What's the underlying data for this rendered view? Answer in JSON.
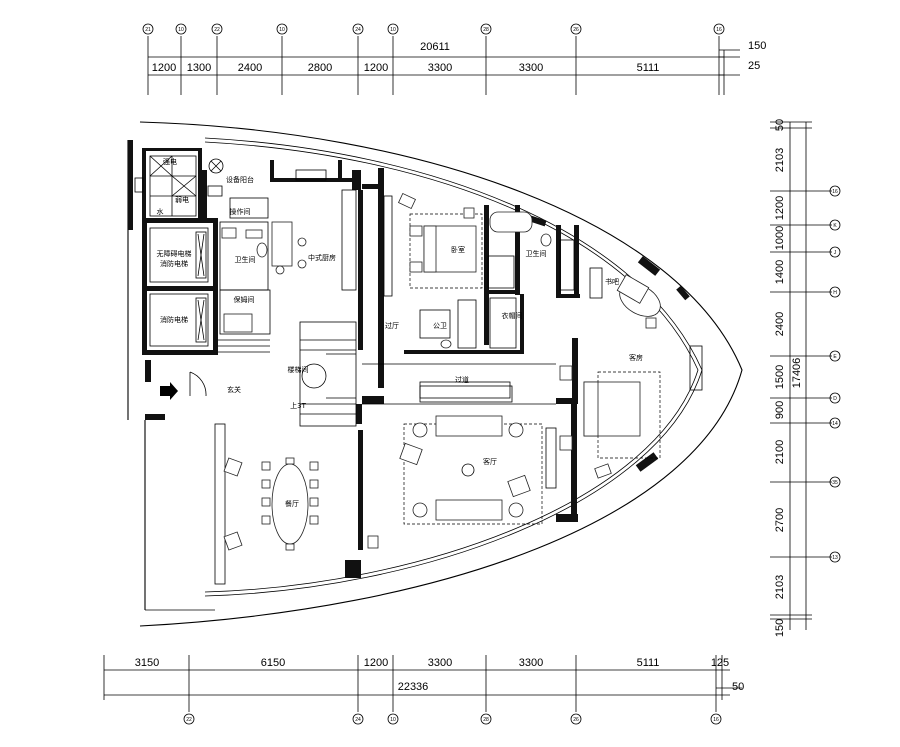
{
  "dimensions": {
    "top_total": "20611",
    "top_offset_a": "150",
    "top_offset_b": "25",
    "top_segments": [
      "1200",
      "1300",
      "2400",
      "2800",
      "1200",
      "3300",
      "3300",
      "5111"
    ],
    "bottom_total": "22336",
    "bottom_offset": "50",
    "bottom_segments": [
      "3150",
      "6150",
      "1200",
      "3300",
      "3300",
      "5111",
      "125"
    ],
    "right_total": "17406",
    "right_top": "50",
    "right_segments": [
      "2103",
      "1200",
      "1000",
      "1400",
      "2400",
      "1500",
      "900",
      "2100",
      "2700",
      "2103"
    ],
    "right_bottom": "150"
  },
  "rooms": {
    "electric": "强电",
    "weak_electric": "弱电",
    "water": "水",
    "equipment_balcony": "设备阳台",
    "operation_room": "操作间",
    "chinese_kitchen": "中式厨房",
    "bathroom_left": "卫生间",
    "elevator_room": "无障碍电梯",
    "fire_elevator_top": "消防电梯",
    "fire_elevator": "消防电梯",
    "nanny_room": "保姆间",
    "stair_room": "楼梯间",
    "entrance": "玄关",
    "upstairs": "上3T",
    "dining": "餐厅",
    "bedroom": "卧室",
    "corridor_hall": "过厅",
    "public_bath": "公卫",
    "cloakroom": "衣帽间",
    "bathroom_right": "卫生间",
    "study": "书吧",
    "guest_room": "客房",
    "passage": "过道",
    "living_room": "客厅"
  },
  "axes": {
    "top": [
      "21",
      "10",
      "22",
      "10",
      "24",
      "10",
      "28",
      "26",
      "16"
    ],
    "right": [
      "16",
      "K",
      "J",
      "H",
      "E",
      "D",
      "14",
      "35",
      "13"
    ],
    "bottom": [
      "22",
      "24",
      "10",
      "28",
      "26",
      "16"
    ]
  }
}
